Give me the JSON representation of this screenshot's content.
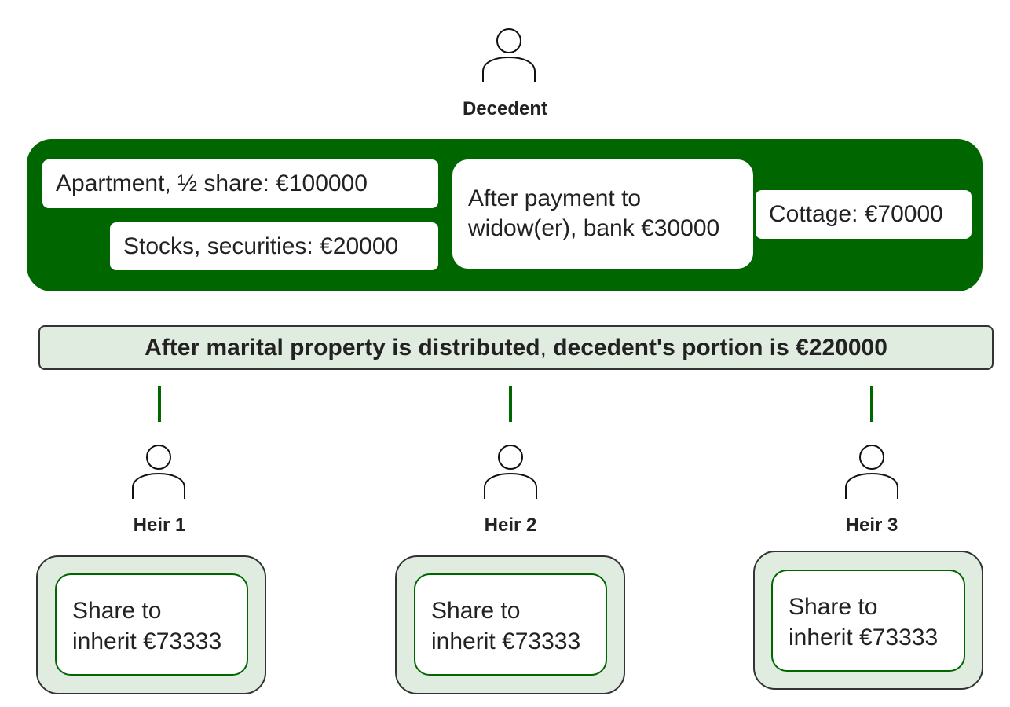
{
  "decedent": {
    "label": "Decedent",
    "icon": "person-icon"
  },
  "estate": {
    "fill_color": "#006600",
    "assets": [
      {
        "text": "Apartment, ½ share: €100000"
      },
      {
        "text": "Stocks, securities: €20000"
      },
      {
        "text": "After payment to\nwidow(er), bank €30000"
      },
      {
        "text": "Cottage: €70000"
      }
    ]
  },
  "summary": {
    "part1": "After marital property is distributed",
    "separator": ", ",
    "part2": "decedent's portion is €220000",
    "fill_color": "#e1ece1"
  },
  "connector_color": "#006600",
  "heirs": [
    {
      "label": "Heir 1",
      "share": "Share to\ninherit €73333",
      "icon": "person-icon"
    },
    {
      "label": "Heir 2",
      "share": "Share to\ninherit €73333",
      "icon": "person-icon"
    },
    {
      "label": "Heir 3",
      "share": "Share to\ninherit €73333",
      "icon": "person-icon"
    }
  ]
}
